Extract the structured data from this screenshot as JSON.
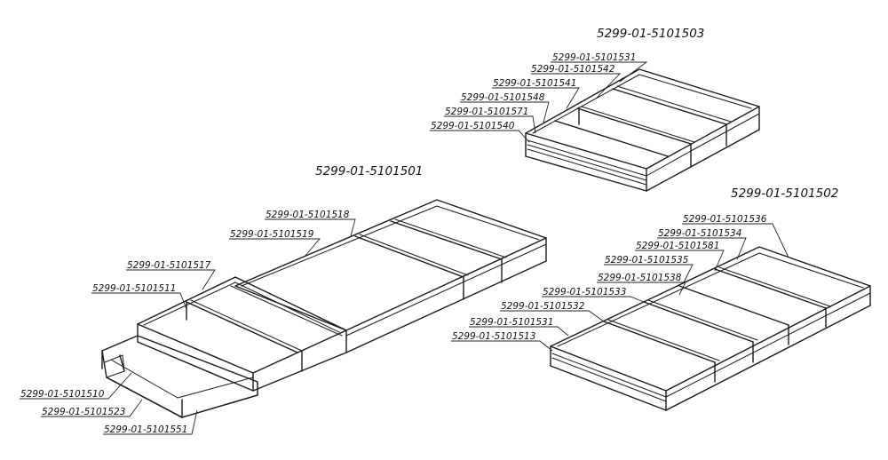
{
  "assemblies": [
    {
      "id": "a1",
      "title": "5299-01-5101501",
      "parts": [
        "5299-01-5101518",
        "5299-01-5101519",
        "5299-01-5101517",
        "5299-01-5101511",
        "5299-01-5101510",
        "5299-01-5101523",
        "5299-01-5101551"
      ]
    },
    {
      "id": "a2",
      "title": "5299-01-5101502",
      "parts": [
        "5299-01-5101536",
        "5299-01-5101534",
        "5299-01-5101581",
        "5299-01-5101535",
        "5299-01-5101538",
        "5299-01-5101533",
        "5299-01-5101532",
        "5299-01-5101531",
        "5299-01-5101513"
      ]
    },
    {
      "id": "a3",
      "title": "5299-01-5101503",
      "parts": [
        "5299-01-5101531",
        "5299-01-5101542",
        "5299-01-5101541",
        "5299-01-5101548",
        "5299-01-5101571",
        "5299-01-5101540"
      ]
    }
  ]
}
